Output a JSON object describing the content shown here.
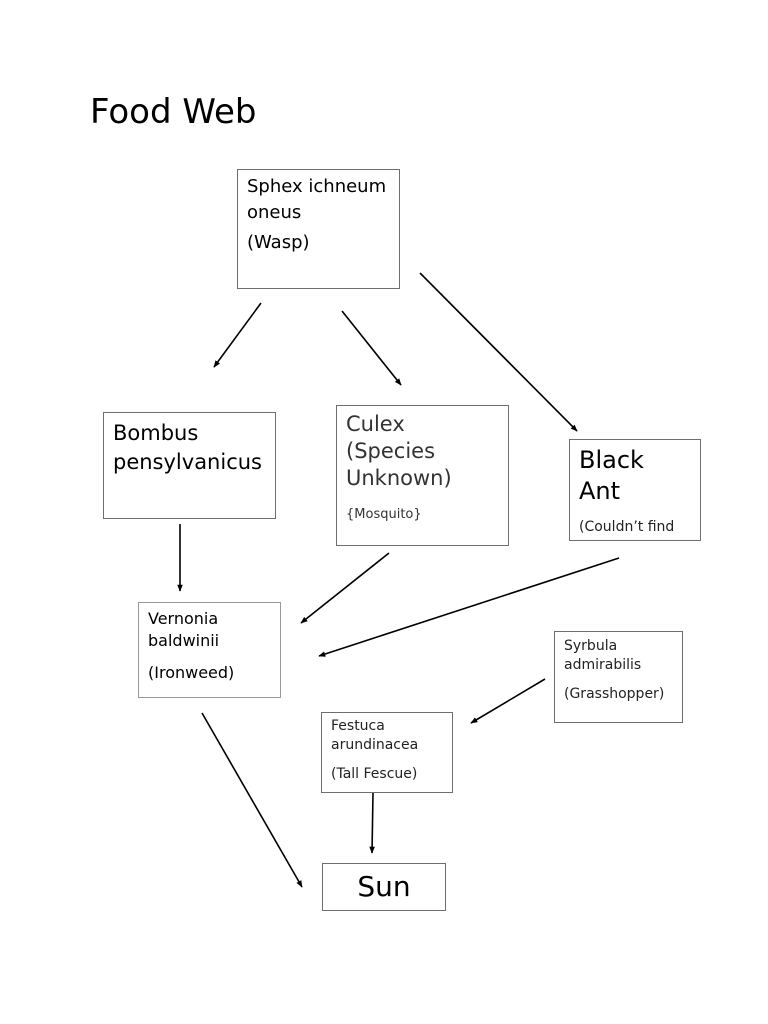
{
  "title": "Food Web",
  "nodes": {
    "wasp": {
      "name": "Sphex ichneumoneus",
      "common": "(Wasp)"
    },
    "bombus": {
      "name": "Bombus pensylvanicus",
      "common": ""
    },
    "culex": {
      "name": "Culex (Species Unknown)",
      "common": "{Mosquito}"
    },
    "ant": {
      "name": "Black Ant",
      "common": "(Couldn’t find"
    },
    "vernonia": {
      "name": "Vernonia baldwinii",
      "common": "(Ironweed)"
    },
    "syrbula": {
      "name": "Syrbula admirabilis",
      "common": "(Grasshopper)"
    },
    "festuca": {
      "name": "Festuca arundinacea",
      "common": "(Tall Fescue)"
    },
    "sun": {
      "name": "Sun"
    }
  },
  "edges": [
    {
      "from": "wasp",
      "to": "bombus"
    },
    {
      "from": "wasp",
      "to": "culex"
    },
    {
      "from": "wasp",
      "to": "ant"
    },
    {
      "from": "bombus",
      "to": "vernonia"
    },
    {
      "from": "culex",
      "to": "vernonia"
    },
    {
      "from": "ant",
      "to": "vernonia"
    },
    {
      "from": "syrbula",
      "to": "festuca"
    },
    {
      "from": "vernonia",
      "to": "sun"
    },
    {
      "from": "festuca",
      "to": "sun"
    }
  ]
}
